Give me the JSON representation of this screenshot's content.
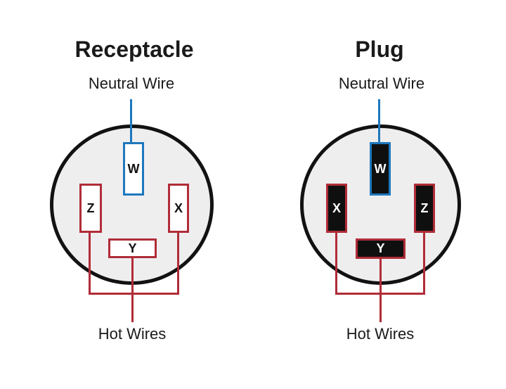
{
  "colors": {
    "blue": "#1e78bd",
    "red": "#b02c38",
    "outline": "#121212",
    "circleFill": "#efeeef",
    "prongFill": "#0f0f0f",
    "background": "#ffffff"
  },
  "receptacle": {
    "title": "Receptacle",
    "neutral_label": "Neutral Wire",
    "hot_label": "Hot Wires",
    "terminals": {
      "w": "W",
      "z": "Z",
      "x": "X",
      "y": "Y"
    }
  },
  "plug": {
    "title": "Plug",
    "neutral_label": "Neutral Wire",
    "hot_label": "Hot Wires",
    "terminals": {
      "w": "W",
      "x": "X",
      "z": "Z",
      "y": "Y"
    }
  }
}
